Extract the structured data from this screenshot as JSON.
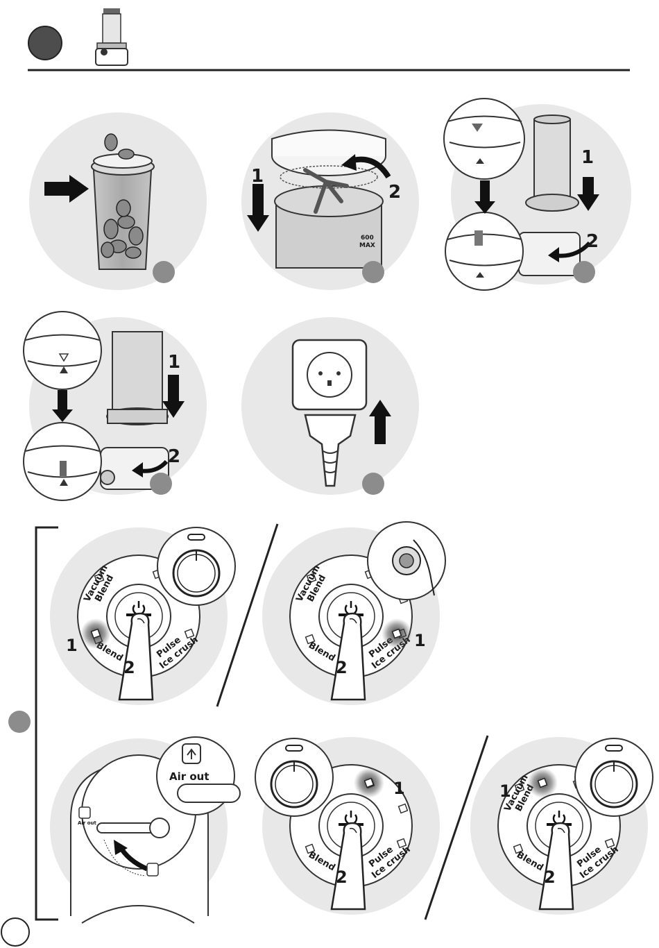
{
  "header": {
    "accent": "#555555"
  },
  "capacity_marks": {
    "max_a": "600",
    "max_b": "MAX"
  },
  "step_numbers": {
    "one": "1",
    "two": "2"
  },
  "control_panel": {
    "vacuum_blend": [
      "Vacuum",
      "Blend"
    ],
    "blend": "Blend",
    "pulse_ice_crush": [
      "Pulse",
      "Ice crush"
    ]
  },
  "air_out": {
    "zoom_label": "Air out",
    "small_label": "Air out"
  },
  "colors": {
    "circle_bg": "#e8e8e8",
    "step_dot": "#8c8c8c",
    "ink": "#1a1a1a"
  }
}
